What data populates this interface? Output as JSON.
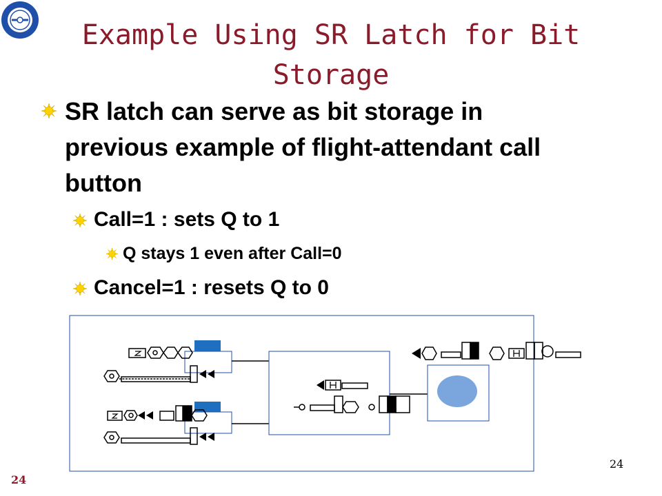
{
  "slide": {
    "title_line1": "Example Using SR Latch for Bit",
    "title_line2": "Storage",
    "bullet1": "SR latch can serve as bit storage in previous example of flight-attendant call button",
    "bullet2": "Call=1 : sets Q to 1",
    "bullet3": "Q stays 1 even after Call=0",
    "bullet4": "Cancel=1 : resets Q to 0",
    "page_number_right": "24",
    "page_number_left": "24"
  },
  "colors": {
    "title": "#8b1a2b",
    "bullet": "#ffd200",
    "diagram_border": "#1f4fa8",
    "button_cap": "#1f6fc0",
    "lamp": "#7aa6dd"
  }
}
